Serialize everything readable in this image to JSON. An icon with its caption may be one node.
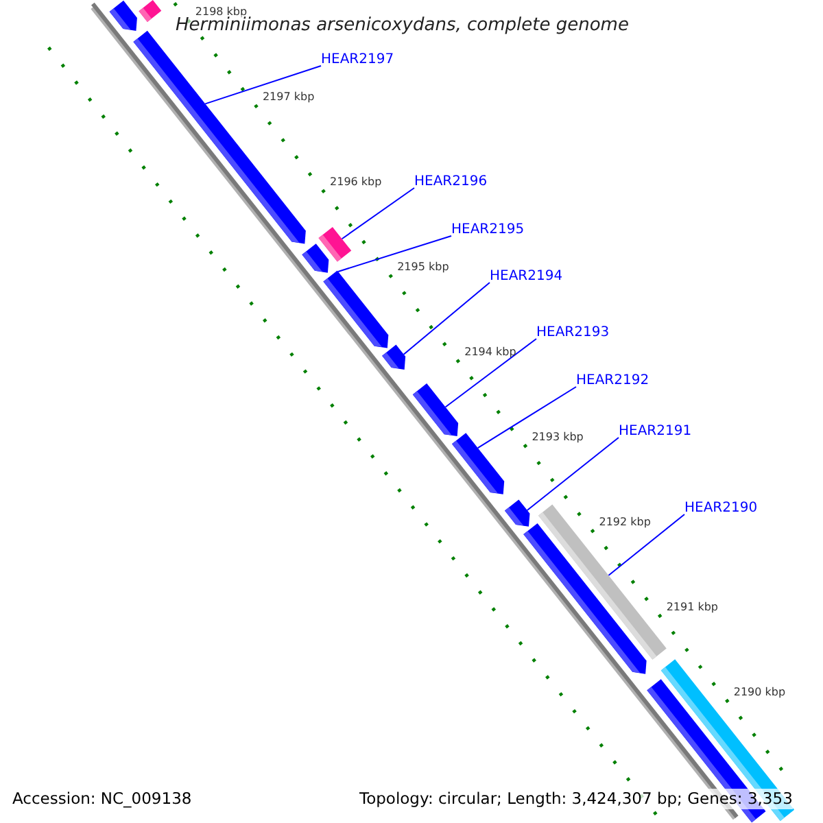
{
  "diagram": {
    "title": "Herminiimonas arsenicoxydans, complete genome",
    "nodes": [
      {
        "text": [
          "HEAR2197"
        ]
      },
      {
        "text": [
          "HEAR2196"
        ]
      },
      {
        "text": [
          "HEAR2195"
        ]
      },
      {
        "text": [
          "HEAR2194"
        ]
      },
      {
        "text": [
          "HEAR2193"
        ]
      },
      {
        "text": [
          "HEAR2192"
        ]
      },
      {
        "text": [
          "HEAR2191"
        ]
      },
      {
        "text": [
          "HEAR2190"
        ]
      },
      {
        "text": [],
        "shape": "box"
      },
      {
        "text": [],
        "shape": "pentagon"
      },
      {
        "text": [],
        "shape": "pentagon"
      },
      {
        "text": [],
        "shape": "box"
      },
      {
        "text": [],
        "shape": "pentagon"
      },
      {
        "text": [],
        "shape": "pentagon"
      },
      {
        "text": [],
        "shape": "pentagon"
      },
      {
        "text": [],
        "shape": "pentagon"
      },
      {
        "text": [],
        "shape": "pentagon"
      },
      {
        "text": [],
        "shape": "pentagon"
      },
      {
        "text": [],
        "shape": "box"
      },
      {
        "text": [],
        "shape": "pentagon"
      },
      {
        "text": [],
        "shape": "box"
      },
      {
        "text": [],
        "shape": "pentagon"
      }
    ],
    "edges": [
      {
        "from": 0,
        "to": 10,
        "arrow": "none"
      },
      {
        "from": 1,
        "to": 11,
        "arrow": "none"
      },
      {
        "from": 2,
        "to": 13,
        "arrow": "none"
      },
      {
        "from": 3,
        "to": 14,
        "arrow": "none"
      },
      {
        "from": 4,
        "to": 15,
        "arrow": "none"
      },
      {
        "from": 5,
        "to": 16,
        "arrow": "none"
      },
      {
        "from": 6,
        "to": 17,
        "arrow": "none"
      },
      {
        "from": 7,
        "to": 18,
        "arrow": "none"
      }
    ],
    "labels": [
      "2198 kbp",
      "2197 kbp",
      "2196 kbp",
      "2195 kbp",
      "2194 kbp",
      "2193 kbp",
      "2192 kbp",
      "2191 kbp",
      "2190 kbp",
      "Accession: NC_009138",
      "Topology: circular; Length: 3,424,307 bp; Genes: 3,353"
    ]
  }
}
